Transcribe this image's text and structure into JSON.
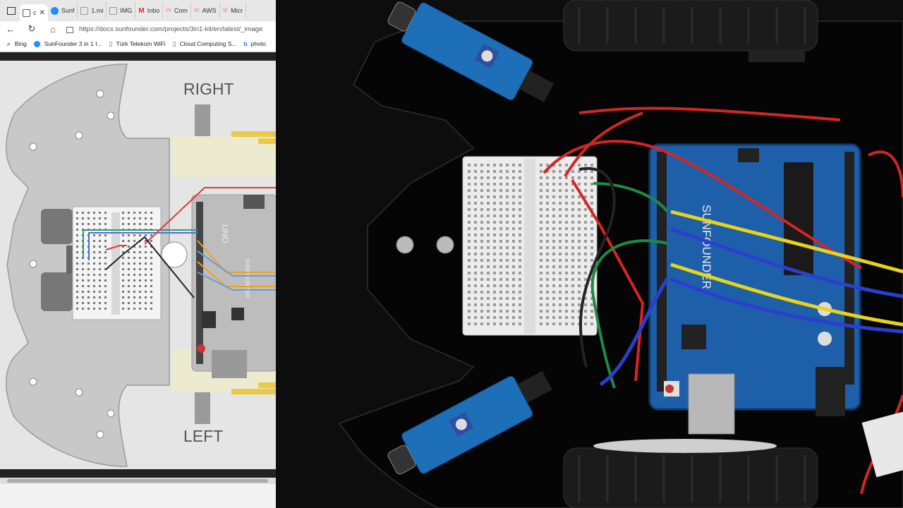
{
  "browser": {
    "tabs": [
      {
        "label": "c",
        "active": true,
        "color": "#5a5a5a"
      },
      {
        "label": "Sunf",
        "active": false,
        "color": "#1e90ff"
      },
      {
        "label": "1.mi",
        "active": false,
        "color": "#9aa0a6"
      },
      {
        "label": "IMG",
        "active": false,
        "color": "#9aa0a6"
      },
      {
        "label": "Inbo",
        "active": false,
        "color": "#d93025"
      },
      {
        "label": "Com",
        "active": false,
        "color": "#ef8a8a"
      },
      {
        "label": "AWS",
        "active": false,
        "color": "#ef8a8a"
      },
      {
        "label": "Micr",
        "active": false,
        "color": "#ef8a8a"
      }
    ],
    "url": "https://docs.sunfounder.com/projects/3in1-kit/en/latest/_image",
    "bookmarks": [
      {
        "label": "Bing",
        "color": "#1a73e8"
      },
      {
        "label": "SunFounder 3 in 1 I...",
        "color": "#1e90ff"
      },
      {
        "label": "Türk Telekom WiFi",
        "color": "#888888"
      },
      {
        "label": "Cloud Computing S...",
        "color": "#888888"
      },
      {
        "label": "photo",
        "color": "#1a73e8"
      }
    ]
  },
  "diagram": {
    "label_right": "RIGHT",
    "label_left": "LEFT",
    "board_label": "UNO",
    "brand_label": "SUNFOUNDER"
  }
}
